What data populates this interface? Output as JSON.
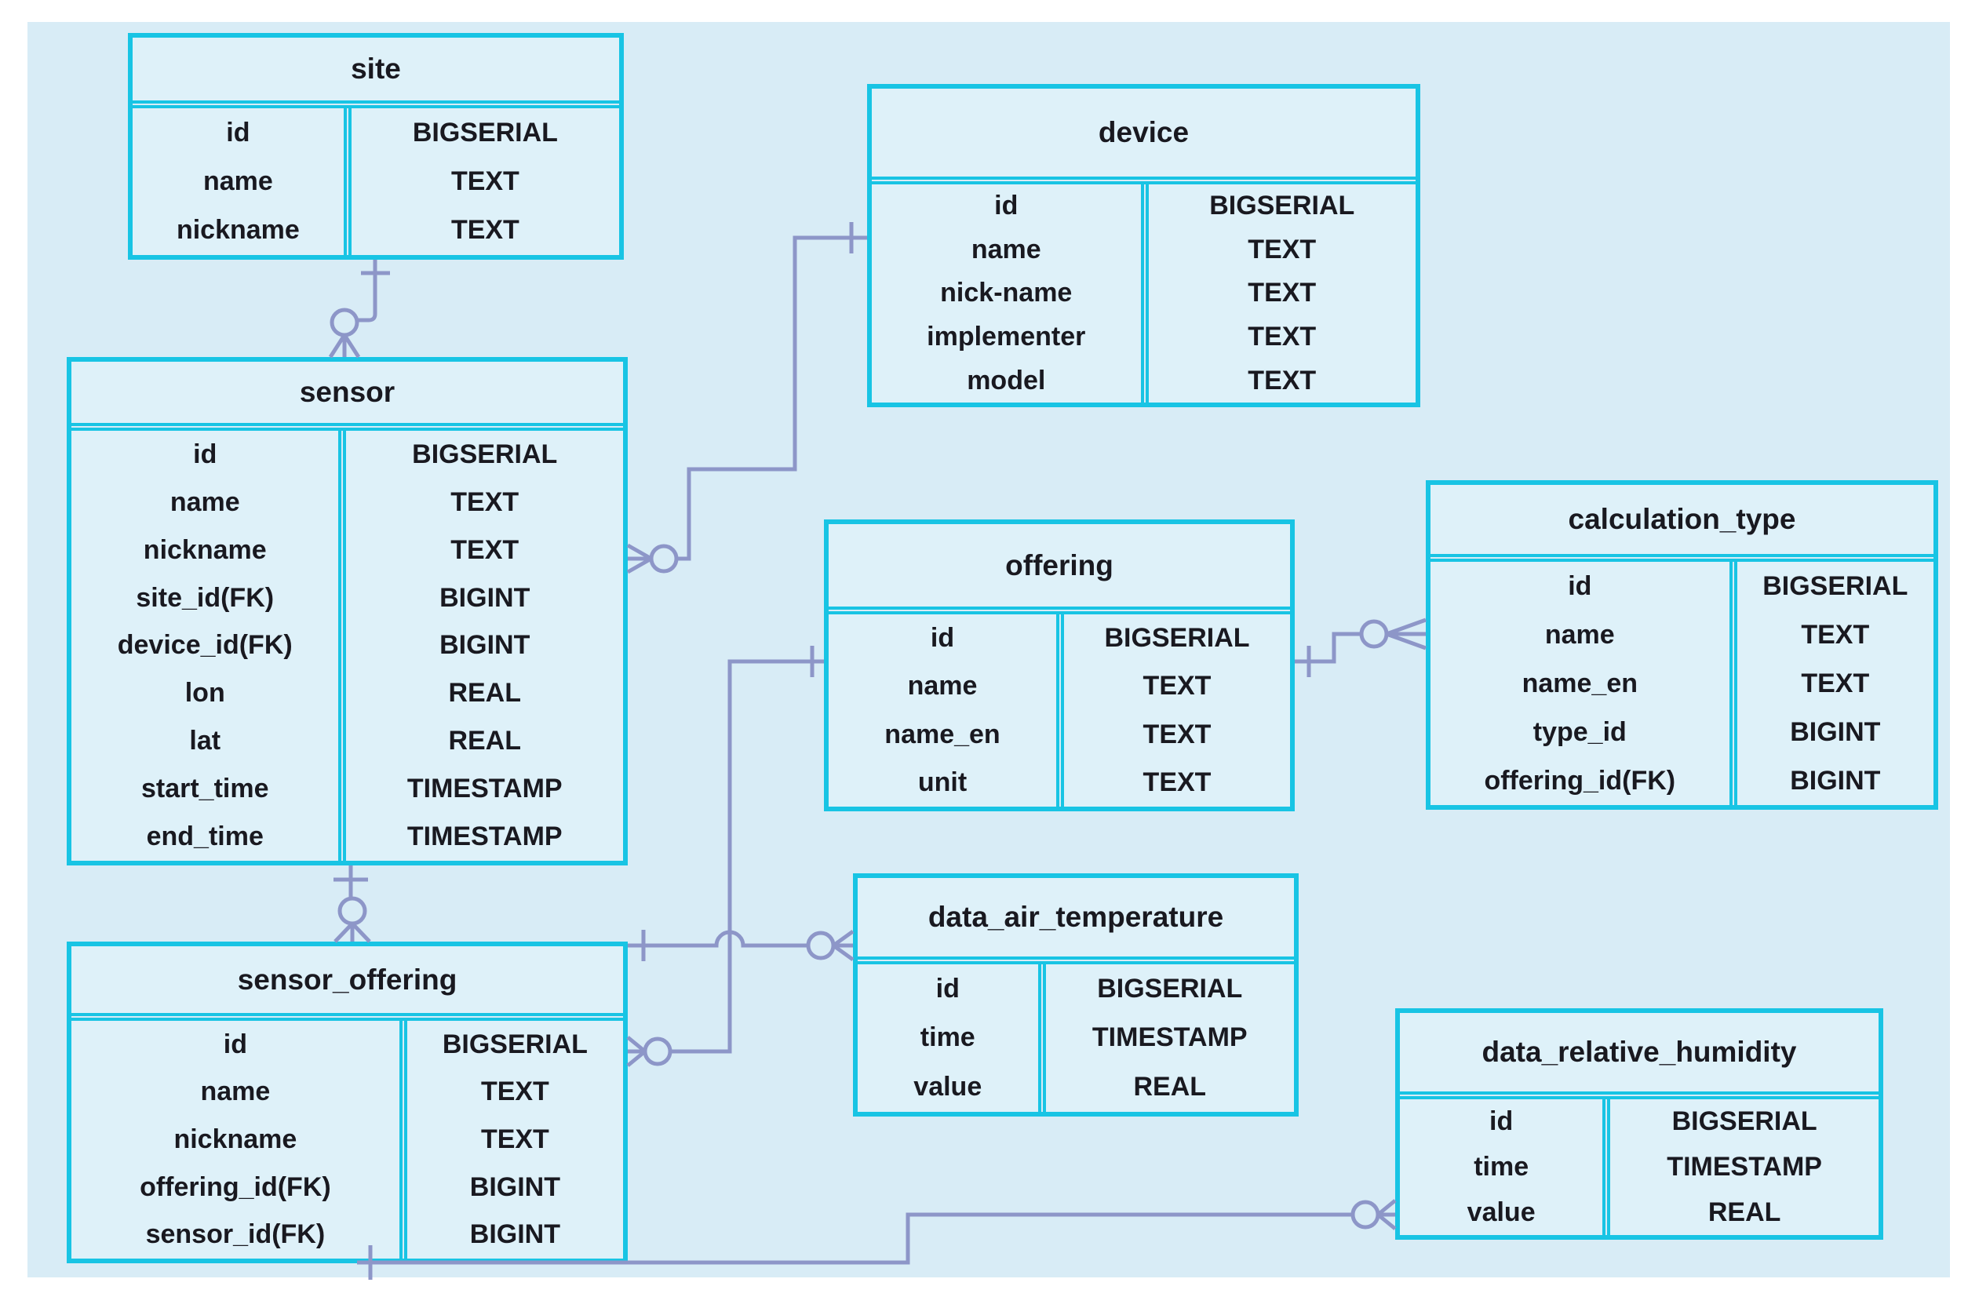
{
  "diagram": {
    "type": "entity-relationship-diagram",
    "notation": "crow-foot",
    "background_color": "#d8ecf6",
    "table_border_color": "#18c4e4",
    "table_fill_color": "#def1f9",
    "relationship_line_color": "#8d96c8",
    "text_color": "#191920"
  },
  "tables": [
    {
      "name": "site",
      "fields": [
        {
          "name": "id",
          "type": "BIGSERIAL"
        },
        {
          "name": "name",
          "type": "TEXT"
        },
        {
          "name": "nickname",
          "type": "TEXT"
        }
      ]
    },
    {
      "name": "device",
      "fields": [
        {
          "name": "id",
          "type": "BIGSERIAL"
        },
        {
          "name": "name",
          "type": "TEXT"
        },
        {
          "name": "nick-name",
          "type": "TEXT"
        },
        {
          "name": "implementer",
          "type": "TEXT"
        },
        {
          "name": "model",
          "type": "TEXT"
        }
      ]
    },
    {
      "name": "sensor",
      "fields": [
        {
          "name": "id",
          "type": "BIGSERIAL"
        },
        {
          "name": "name",
          "type": "TEXT"
        },
        {
          "name": "nickname",
          "type": "TEXT"
        },
        {
          "name": "site_id(FK)",
          "type": "BIGINT"
        },
        {
          "name": "device_id(FK)",
          "type": "BIGINT"
        },
        {
          "name": "lon",
          "type": "REAL"
        },
        {
          "name": "lat",
          "type": "REAL"
        },
        {
          "name": "start_time",
          "type": "TIMESTAMP"
        },
        {
          "name": "end_time",
          "type": "TIMESTAMP"
        }
      ]
    },
    {
      "name": "offering",
      "fields": [
        {
          "name": "id",
          "type": "BIGSERIAL"
        },
        {
          "name": "name",
          "type": "TEXT"
        },
        {
          "name": "name_en",
          "type": "TEXT"
        },
        {
          "name": "unit",
          "type": "TEXT"
        }
      ]
    },
    {
      "name": "calculation_type",
      "fields": [
        {
          "name": "id",
          "type": "BIGSERIAL"
        },
        {
          "name": "name",
          "type": "TEXT"
        },
        {
          "name": "name_en",
          "type": "TEXT"
        },
        {
          "name": "type_id",
          "type": "BIGINT"
        },
        {
          "name": "offering_id(FK)",
          "type": "BIGINT"
        }
      ]
    },
    {
      "name": "data_air_temperature",
      "fields": [
        {
          "name": "id",
          "type": "BIGSERIAL"
        },
        {
          "name": "time",
          "type": "TIMESTAMP"
        },
        {
          "name": "value",
          "type": "REAL"
        }
      ]
    },
    {
      "name": "sensor_offering",
      "fields": [
        {
          "name": "id",
          "type": "BIGSERIAL"
        },
        {
          "name": "name",
          "type": "TEXT"
        },
        {
          "name": "nickname",
          "type": "TEXT"
        },
        {
          "name": "offering_id(FK)",
          "type": "BIGINT"
        },
        {
          "name": "sensor_id(FK)",
          "type": "BIGINT"
        }
      ]
    },
    {
      "name": "data_relative_humidity",
      "fields": [
        {
          "name": "id",
          "type": "BIGSERIAL"
        },
        {
          "name": "time",
          "type": "TIMESTAMP"
        },
        {
          "name": "value",
          "type": "REAL"
        }
      ]
    }
  ],
  "relationships": [
    {
      "from": "site",
      "to": "sensor",
      "from_cardinality": "one",
      "to_cardinality": "zero-or-many"
    },
    {
      "from": "device",
      "to": "sensor",
      "from_cardinality": "one",
      "to_cardinality": "zero-or-many"
    },
    {
      "from": "sensor",
      "to": "sensor_offering",
      "from_cardinality": "one",
      "to_cardinality": "zero-or-many"
    },
    {
      "from": "offering",
      "to": "sensor_offering",
      "from_cardinality": "one",
      "to_cardinality": "zero-or-many"
    },
    {
      "from": "sensor_offering",
      "to": "data_air_temperature",
      "from_cardinality": "one",
      "to_cardinality": "zero-or-many"
    },
    {
      "from": "offering",
      "to": "calculation_type",
      "from_cardinality": "one",
      "to_cardinality": "zero-or-many"
    },
    {
      "from": "sensor_offering",
      "to": "data_relative_humidity",
      "from_cardinality": "one",
      "to_cardinality": "zero-or-many"
    }
  ]
}
